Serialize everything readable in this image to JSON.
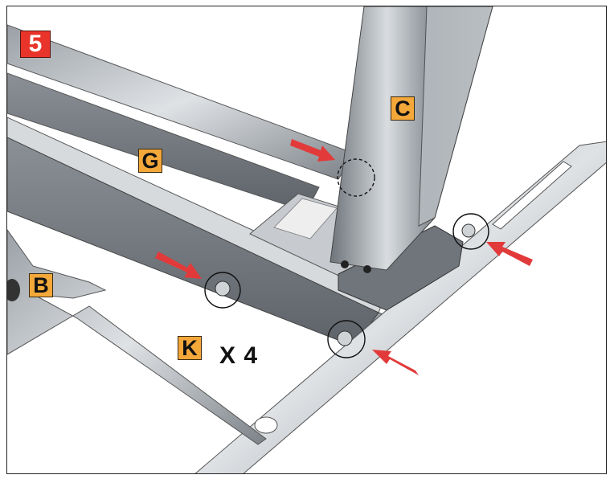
{
  "step": {
    "number": "5",
    "color": "#e8342a"
  },
  "labels": {
    "c": "C",
    "g": "G",
    "b": "B",
    "k": "K",
    "label_color": "#f4a83a"
  },
  "quantity": "X 4",
  "arrow_color": "#e23a3a"
}
